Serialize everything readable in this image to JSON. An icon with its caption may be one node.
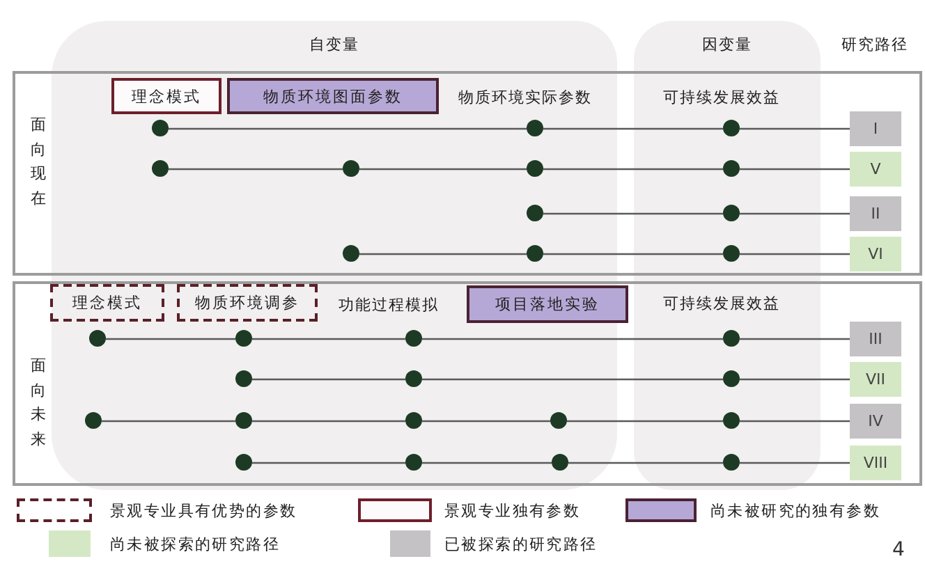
{
  "diagram": {
    "nodes": [
      {
        "text": [
          "面向现在"
        ]
      },
      {
        "text": [
          "理念模式"
        ],
        "in": 0
      },
      {
        "text": [
          "物质环境图面参数"
        ],
        "in": 0
      },
      {
        "text": [],
        "shape": "circle",
        "in": 0
      },
      {
        "text": [],
        "shape": "circle",
        "in": 0
      },
      {
        "text": [],
        "shape": "circle",
        "in": 0
      },
      {
        "text": [
          "I"
        ],
        "in": 0
      },
      {
        "text": [],
        "shape": "circle",
        "in": 0
      },
      {
        "text": [],
        "shape": "circle",
        "in": 0
      },
      {
        "text": [],
        "shape": "circle",
        "in": 0
      },
      {
        "text": [],
        "shape": "circle",
        "in": 0
      },
      {
        "text": [
          "V"
        ],
        "in": 0
      },
      {
        "text": [],
        "shape": "circle",
        "in": 0
      },
      {
        "text": [],
        "shape": "circle",
        "in": 0
      },
      {
        "text": [
          "II"
        ],
        "in": 0
      },
      {
        "text": [],
        "shape": "circle",
        "in": 0
      },
      {
        "text": [],
        "shape": "circle",
        "in": 0
      },
      {
        "text": [],
        "shape": "circle",
        "in": 0
      },
      {
        "text": [
          "VI"
        ],
        "in": 0
      },
      {
        "text": [
          "面向未来"
        ]
      },
      {
        "text": [
          "理念模式"
        ],
        "in": 19
      },
      {
        "text": [
          "物质环境调参"
        ],
        "in": 19
      },
      {
        "text": [
          "项目落地实验"
        ],
        "in": 19
      },
      {
        "text": [],
        "shape": "circle",
        "in": 19
      },
      {
        "text": [],
        "shape": "circle",
        "in": 19
      },
      {
        "text": [],
        "shape": "circle",
        "in": 19
      },
      {
        "text": [],
        "shape": "circle",
        "in": 19
      },
      {
        "text": [
          "III"
        ],
        "in": 19
      },
      {
        "text": [],
        "shape": "circle",
        "in": 19
      },
      {
        "text": [],
        "shape": "circle",
        "in": 19
      },
      {
        "text": [],
        "shape": "circle",
        "in": 19
      },
      {
        "text": [
          "VII"
        ],
        "in": 19
      },
      {
        "text": [],
        "shape": "circle",
        "in": 19
      },
      {
        "text": [],
        "shape": "circle",
        "in": 19
      },
      {
        "text": [],
        "shape": "circle",
        "in": 19
      },
      {
        "text": [],
        "shape": "circle",
        "in": 19
      },
      {
        "text": [],
        "shape": "circle",
        "in": 19
      },
      {
        "text": [
          "IV"
        ],
        "in": 19
      },
      {
        "text": [],
        "shape": "circle",
        "in": 19
      },
      {
        "text": [],
        "shape": "circle",
        "in": 19
      },
      {
        "text": [],
        "shape": "circle",
        "in": 19
      },
      {
        "text": [],
        "shape": "circle",
        "in": 19
      },
      {
        "text": [
          "VIII"
        ],
        "in": 19
      }
    ],
    "edges": [
      {
        "from": 3,
        "to": 4,
        "arrow": "none"
      },
      {
        "from": 4,
        "to": 5,
        "arrow": "none"
      },
      {
        "from": 5,
        "to": 6,
        "arrow": "none"
      },
      {
        "from": 7,
        "to": 8,
        "arrow": "none"
      },
      {
        "from": 8,
        "to": 9,
        "arrow": "none"
      },
      {
        "from": 9,
        "to": 10,
        "arrow": "none"
      },
      {
        "from": 10,
        "to": 11,
        "arrow": "none"
      },
      {
        "from": 12,
        "to": 13,
        "arrow": "none"
      },
      {
        "from": 13,
        "to": 14,
        "arrow": "none"
      },
      {
        "from": 15,
        "to": 16,
        "arrow": "none"
      },
      {
        "from": 16,
        "to": 17,
        "arrow": "none"
      },
      {
        "from": 17,
        "to": 18,
        "arrow": "none"
      },
      {
        "from": 23,
        "to": 24,
        "arrow": "none"
      },
      {
        "from": 24,
        "to": 25,
        "arrow": "none"
      },
      {
        "from": 25,
        "to": 26,
        "arrow": "none"
      },
      {
        "from": 26,
        "to": 27,
        "arrow": "none"
      },
      {
        "from": 28,
        "to": 29,
        "arrow": "none"
      },
      {
        "from": 29,
        "to": 30,
        "arrow": "none"
      },
      {
        "from": 30,
        "to": 31,
        "arrow": "none"
      },
      {
        "from": 32,
        "to": 33,
        "arrow": "none"
      },
      {
        "from": 33,
        "to": 34,
        "arrow": "none"
      },
      {
        "from": 34,
        "to": 35,
        "arrow": "none"
      },
      {
        "from": 35,
        "to": 36,
        "arrow": "none"
      },
      {
        "from": 36,
        "to": 37,
        "arrow": "none"
      },
      {
        "from": 38,
        "to": 39,
        "arrow": "none"
      },
      {
        "from": 39,
        "to": 40,
        "arrow": "none"
      },
      {
        "from": 40,
        "to": 41,
        "arrow": "none"
      },
      {
        "from": 41,
        "to": 42,
        "arrow": "none"
      }
    ],
    "labels": [
      "自变量",
      "因变量",
      "研究路径",
      "物质环境实际参数",
      "可持续发展效益",
      "功能过程模拟",
      "可持续发展效益",
      "4"
    ],
    "legend": [
      {
        "text": "景观专业具有优势的参数"
      },
      {
        "text": "景观专业独有参数"
      },
      {
        "text": "尚未被研究的独有参数",
        "color": "#b6a8d6"
      },
      {
        "text": "尚未被探索的研究路径",
        "color": "#d5e8c5"
      },
      {
        "text": "已被探索的研究路径",
        "color": "#c4c2c5"
      }
    ]
  }
}
